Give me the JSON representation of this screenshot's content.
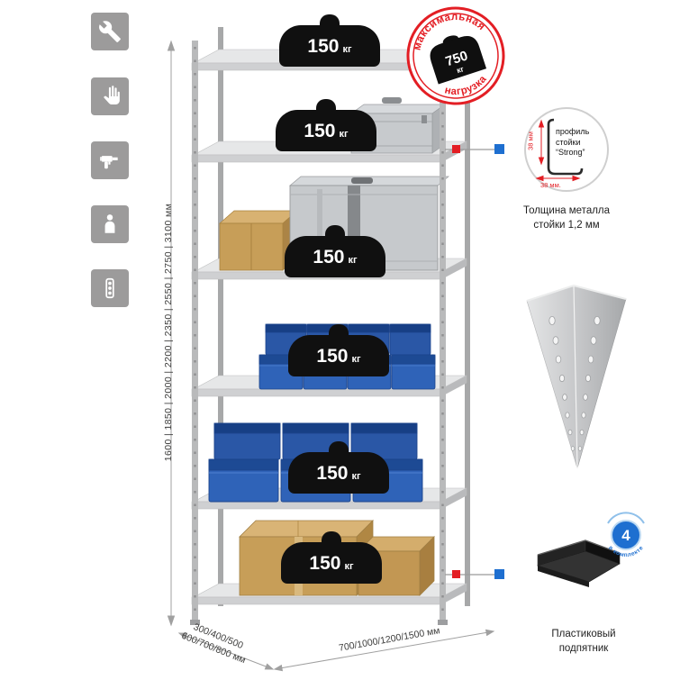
{
  "colors": {
    "accent_red": "#e31e24",
    "accent_blue": "#1e6fd0",
    "tile_gray": "#9c9b9b",
    "metal_light": "#e6e7e8",
    "metal_mid": "#c7c8ca",
    "bin_blue": "#2e5fb4",
    "cardboard": "#c79e58"
  },
  "sidebar_icons": [
    {
      "name": "wrench"
    },
    {
      "name": "gloves"
    },
    {
      "name": "drill"
    },
    {
      "name": "person"
    },
    {
      "name": "fasteners"
    }
  ],
  "weights": [
    {
      "value": "150",
      "unit": "кг"
    },
    {
      "value": "150",
      "unit": "кг"
    },
    {
      "value": "150",
      "unit": "кг"
    },
    {
      "value": "150",
      "unit": "кг"
    },
    {
      "value": "150",
      "unit": "кг"
    },
    {
      "value": "150",
      "unit": "кг"
    }
  ],
  "stamp": {
    "arc_top": "максимальная",
    "arc_bottom": "нагрузка",
    "value": "750",
    "unit": "кг"
  },
  "dims": {
    "height": "1600 | 1850 | 2000 | 2200 | 2350 | 2550 | 2750 | 3100 мм",
    "depth": "300/400/500\n600/700/800 мм",
    "width": "700/1000/1200/1500 мм"
  },
  "profile": {
    "text": "профиль\nстойки\n“Strong”",
    "dim_vertical": "38 мм",
    "dim_horizontal": "38 мм.",
    "caption": "Толщина металла\nстойки 1,2 мм"
  },
  "foot": {
    "badge_value": "4",
    "badge_arc": "в комплекте",
    "caption": "Пластиковый\nподпятник"
  }
}
